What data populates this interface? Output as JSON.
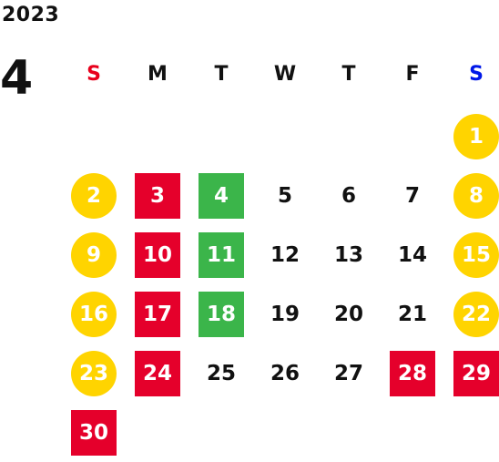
{
  "calendar": {
    "year": "2023",
    "month": "4",
    "weekdays": [
      {
        "label": "S",
        "color": "#e8001c"
      },
      {
        "label": "M",
        "color": "#111111"
      },
      {
        "label": "T",
        "color": "#111111"
      },
      {
        "label": "W",
        "color": "#111111"
      },
      {
        "label": "T",
        "color": "#111111"
      },
      {
        "label": "F",
        "color": "#111111"
      },
      {
        "label": "S",
        "color": "#0018e8"
      }
    ],
    "first_weekday_index": 6,
    "days": [
      {
        "day": "1",
        "style": "circle",
        "color": "#ffd400"
      },
      {
        "day": "2",
        "style": "circle",
        "color": "#ffd400"
      },
      {
        "day": "3",
        "style": "square",
        "color": "#e5002b"
      },
      {
        "day": "4",
        "style": "square",
        "color": "#3bb54a"
      },
      {
        "day": "5",
        "style": "plain"
      },
      {
        "day": "6",
        "style": "plain"
      },
      {
        "day": "7",
        "style": "plain"
      },
      {
        "day": "8",
        "style": "circle",
        "color": "#ffd400"
      },
      {
        "day": "9",
        "style": "circle",
        "color": "#ffd400"
      },
      {
        "day": "10",
        "style": "square",
        "color": "#e5002b"
      },
      {
        "day": "11",
        "style": "square",
        "color": "#3bb54a"
      },
      {
        "day": "12",
        "style": "plain"
      },
      {
        "day": "13",
        "style": "plain"
      },
      {
        "day": "14",
        "style": "plain"
      },
      {
        "day": "15",
        "style": "circle",
        "color": "#ffd400"
      },
      {
        "day": "16",
        "style": "circle",
        "color": "#ffd400"
      },
      {
        "day": "17",
        "style": "square",
        "color": "#e5002b"
      },
      {
        "day": "18",
        "style": "square",
        "color": "#3bb54a"
      },
      {
        "day": "19",
        "style": "plain"
      },
      {
        "day": "20",
        "style": "plain"
      },
      {
        "day": "21",
        "style": "plain"
      },
      {
        "day": "22",
        "style": "circle",
        "color": "#ffd400"
      },
      {
        "day": "23",
        "style": "circle",
        "color": "#ffd400"
      },
      {
        "day": "24",
        "style": "square",
        "color": "#e5002b"
      },
      {
        "day": "25",
        "style": "plain"
      },
      {
        "day": "26",
        "style": "plain"
      },
      {
        "day": "27",
        "style": "plain"
      },
      {
        "day": "28",
        "style": "square",
        "color": "#e5002b"
      },
      {
        "day": "29",
        "style": "square",
        "color": "#e5002b"
      },
      {
        "day": "30",
        "style": "square",
        "color": "#e5002b"
      }
    ]
  }
}
